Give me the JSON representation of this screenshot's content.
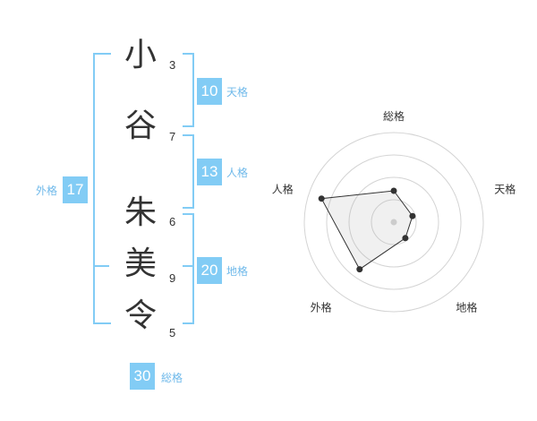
{
  "colors": {
    "accent": "#82ccf5",
    "label": "#6fb9ea",
    "text": "#333333",
    "grid": "#d4d4d4"
  },
  "surname": [
    {
      "char": "小",
      "strokes": "3"
    },
    {
      "char": "谷",
      "strokes": "7"
    }
  ],
  "given": [
    {
      "char": "朱",
      "strokes": "6"
    },
    {
      "char": "美",
      "strokes": "9"
    },
    {
      "char": "令",
      "strokes": "5"
    }
  ],
  "kaku": {
    "tenkaku": {
      "value": "10",
      "label": "天格"
    },
    "jinkaku": {
      "value": "13",
      "label": "人格"
    },
    "chikaku": {
      "value": "20",
      "label": "地格"
    },
    "gaikaku": {
      "value": "17",
      "label": "外格"
    },
    "soukaku": {
      "value": "30",
      "label": "総格"
    }
  },
  "chart_data": {
    "type": "radar",
    "axes": [
      "総格",
      "天格",
      "地格",
      "外格",
      "人格"
    ],
    "values": [
      0.35,
      0.22,
      0.22,
      0.65,
      0.85
    ],
    "range": [
      0,
      1
    ],
    "rings": 4,
    "grid": true
  }
}
